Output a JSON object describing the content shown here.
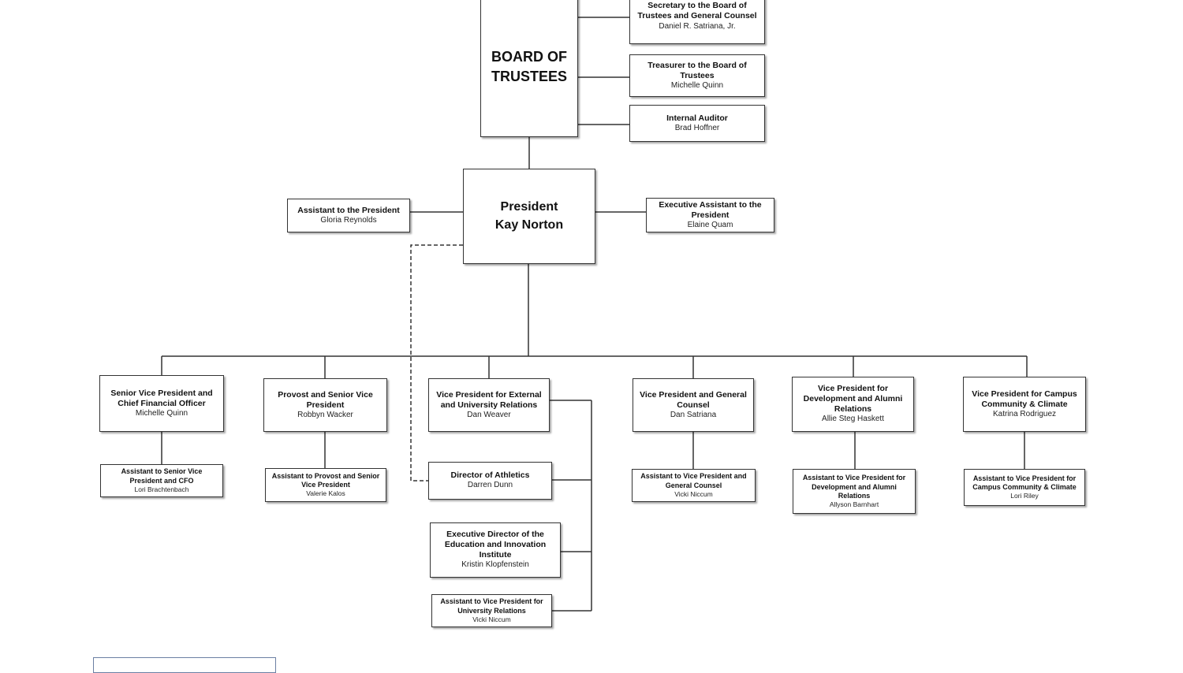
{
  "board": {
    "title_line1": "BOARD OF",
    "title_line2": "TRUSTEES"
  },
  "board_reports": [
    {
      "title": "Secretary to the Board of Trustees and General Counsel",
      "name": "Daniel R. Satriana, Jr."
    },
    {
      "title": "Treasurer to the Board of Trustees",
      "name": "Michelle Quinn"
    },
    {
      "title": "Internal Auditor",
      "name": "Brad Hoffner"
    }
  ],
  "president": {
    "title": "President",
    "name": "Kay Norton"
  },
  "president_staff": [
    {
      "title": "Assistant to the President",
      "name": "Gloria Reynolds"
    },
    {
      "title": "Executive Assistant to the President",
      "name": "Elaine Quam"
    }
  ],
  "vps": [
    {
      "title": "Senior Vice President and Chief Financial Officer",
      "name": "Michelle Quinn"
    },
    {
      "title": "Provost and Senior Vice President",
      "name": "Robbyn Wacker"
    },
    {
      "title": "Vice President for External and University Relations",
      "name": "Dan Weaver"
    },
    {
      "title": "Vice President and General Counsel",
      "name": "Dan Satriana"
    },
    {
      "title": "Vice President for Development and Alumni Relations",
      "name": "Allie Steg Haskett"
    },
    {
      "title": "Vice President for Campus Community & Climate",
      "name": "Katrina Rodriguez"
    }
  ],
  "assistants": [
    {
      "title": "Assistant to Senior Vice President and CFO",
      "name": "Lori Brachtenbach"
    },
    {
      "title": "Assistant to Provost and Senior Vice President",
      "name": "Valerie Kalos"
    },
    {
      "title": "Assistant to Vice President and General Counsel",
      "name": "Vicki Niccum"
    },
    {
      "title": "Assistant to Vice President for Development and Alumni Relations",
      "name": "Allyson Barnhart"
    },
    {
      "title": "Assistant to Vice President for Campus Community & Climate",
      "name": "Lori Riley"
    }
  ],
  "external_reports": [
    {
      "title": "Director of Athletics",
      "name": "Darren Dunn"
    },
    {
      "title": "Executive Director of the Education and Innovation Institute",
      "name": "Kristin Klopfenstein"
    },
    {
      "title": "Assistant to Vice President for University Relations",
      "name": "Vicki Niccum"
    }
  ],
  "colors": {
    "line": "#333333",
    "box_border": "#333333",
    "legend_border": "#6b7fa3"
  }
}
